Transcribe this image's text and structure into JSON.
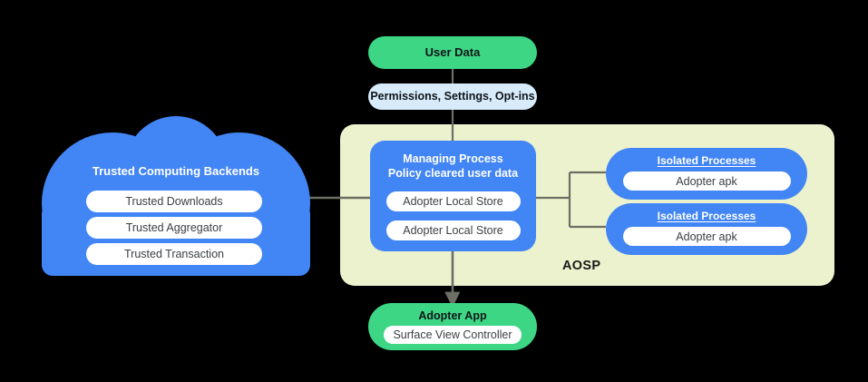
{
  "diagram": {
    "title": "AOSP trusted computing architecture",
    "background": "#000000",
    "colors": {
      "blue": "#4285F4",
      "green": "#3DD685",
      "light_blue": "#D7EBFB",
      "aosp_fill": "#EDF2CE",
      "connector": "#6b6f64",
      "pill_white": "#ffffff"
    }
  },
  "user_data": {
    "label": "User Data"
  },
  "permissions": {
    "label": "Permissions,  Settings, Opt-ins"
  },
  "aosp": {
    "label": "AOSP"
  },
  "managing_process": {
    "title_line1": "Managing Process",
    "title_line2": "Policy cleared user data",
    "stores": [
      {
        "label": "Adopter Local Store"
      },
      {
        "label": "Adopter Local Store"
      }
    ]
  },
  "isolated_processes": [
    {
      "title": "Isolated Processes",
      "apk": "Adopter apk"
    },
    {
      "title": "Isolated Processes",
      "apk": "Adopter apk"
    }
  ],
  "cloud": {
    "title": "Trusted Computing Backends",
    "services": [
      {
        "label": "Trusted Downloads"
      },
      {
        "label": "Trusted Aggregator"
      },
      {
        "label": "Trusted Transaction"
      }
    ]
  },
  "adopter_app": {
    "title": "Adopter App",
    "controller": "Surface View Controller"
  }
}
